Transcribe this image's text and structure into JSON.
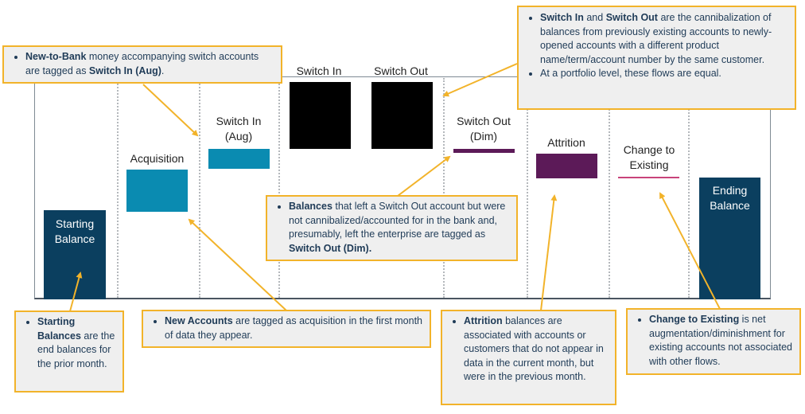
{
  "colors": {
    "dark_teal": "#0b3f5f",
    "teal": "#0a8bb1",
    "black": "#000000",
    "purple": "#5c1a58",
    "pink": "#c8437a",
    "callout_border": "#f2b32a",
    "callout_bg": "#efefef",
    "callout_text": "#1f3b57"
  },
  "columns": {
    "starting_balance": {
      "label_line1": "Starting",
      "label_line2": "Balance"
    },
    "acquisition": {
      "label": "Acquisition"
    },
    "switch_in_aug": {
      "label_line1": "Switch In",
      "label_line2": "(Aug)"
    },
    "switch_in": {
      "label": "Switch In"
    },
    "switch_out": {
      "label": "Switch Out"
    },
    "switch_out_dim": {
      "label_line1": "Switch Out",
      "label_line2": "(Dim)"
    },
    "attrition": {
      "label": "Attrition"
    },
    "change_to_existing": {
      "label_line1": "Change to",
      "label_line2": "Existing"
    },
    "ending_balance": {
      "label_line1": "Ending",
      "label_line2": "Balance"
    }
  },
  "callouts": {
    "new_to_bank": {
      "bold1": "New-to-Bank",
      "text1": " money accompanying switch accounts are tagged as ",
      "bold2": "Switch In (Aug)",
      "text2": "."
    },
    "switch_in_out": {
      "bullet1": {
        "bold1": "Switch In",
        "text1": " and ",
        "bold2": "Switch Out",
        "text2": " are the cannibalization of balances from previously existing accounts to newly-opened accounts with a different product name/term/account number by the same customer."
      },
      "bullet2": {
        "text": "At a portfolio level, these flows are equal."
      }
    },
    "switch_out_dim": {
      "bold1": "Balances",
      "text1": " that left a Switch Out account but were not cannibalized/accounted for in the bank and, presumably, left the enterprise are tagged as ",
      "bold2": "Switch Out (Dim).",
      "text2": ""
    },
    "starting": {
      "bold1": "Starting Balances",
      "text1": " are the end balances for the prior month."
    },
    "new_accounts": {
      "bold1": "New Accounts",
      "text1": " are tagged as acquisition in the first month of data they appear."
    },
    "attrition": {
      "bold1": "Attrition",
      "text1": " balances are associated with accounts or customers that do not appear in data in the current month, but were in the previous month."
    },
    "change_existing": {
      "bold1": "Change to Existing",
      "text1": " is net augmentation/diminishment for existing accounts not associated with other flows."
    }
  }
}
